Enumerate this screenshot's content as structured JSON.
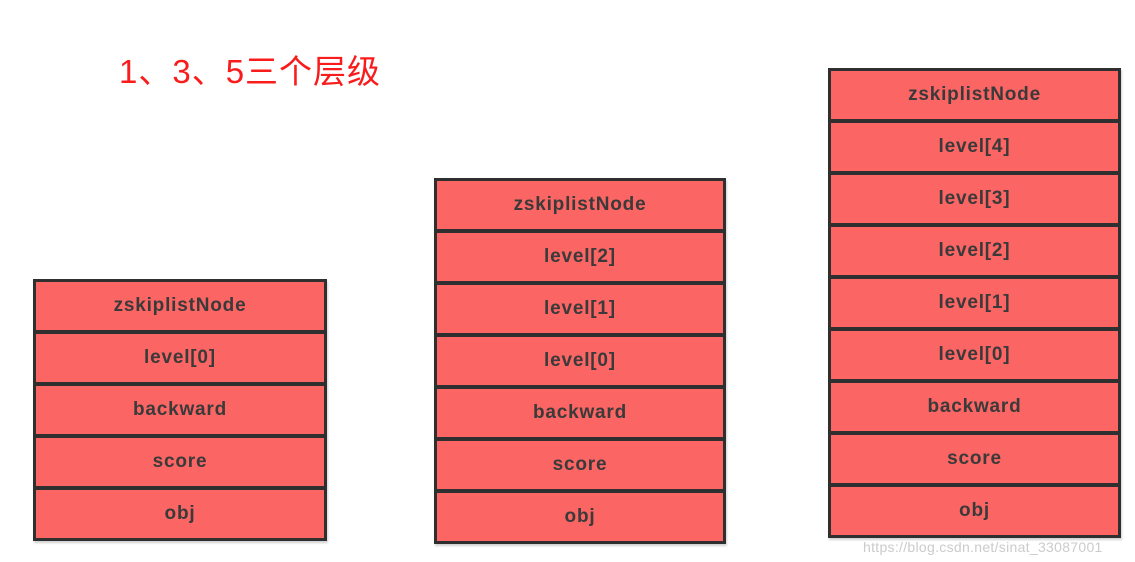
{
  "title": {
    "text": "1、3、5三个层级"
  },
  "watermark": {
    "text": "https://blog.csdn.net/sinat_33087001"
  },
  "colors": {
    "cell_fill": "#fb6563",
    "cell_border": "#2f2f2f",
    "cell_text": "#3a3a3a",
    "title_red": "#f81c1c",
    "watermark_gray": "#cbcbcb",
    "background": "#ffffff"
  },
  "nodes": [
    {
      "levels": 1,
      "rows": [
        "zskiplistNode",
        "level[0]",
        "backward",
        "score",
        "obj"
      ]
    },
    {
      "levels": 3,
      "rows": [
        "zskiplistNode",
        "level[2]",
        "level[1]",
        "level[0]",
        "backward",
        "score",
        "obj"
      ]
    },
    {
      "levels": 5,
      "rows": [
        "zskiplistNode",
        "level[4]",
        "level[3]",
        "level[2]",
        "level[1]",
        "level[0]",
        "backward",
        "score",
        "obj"
      ]
    }
  ]
}
